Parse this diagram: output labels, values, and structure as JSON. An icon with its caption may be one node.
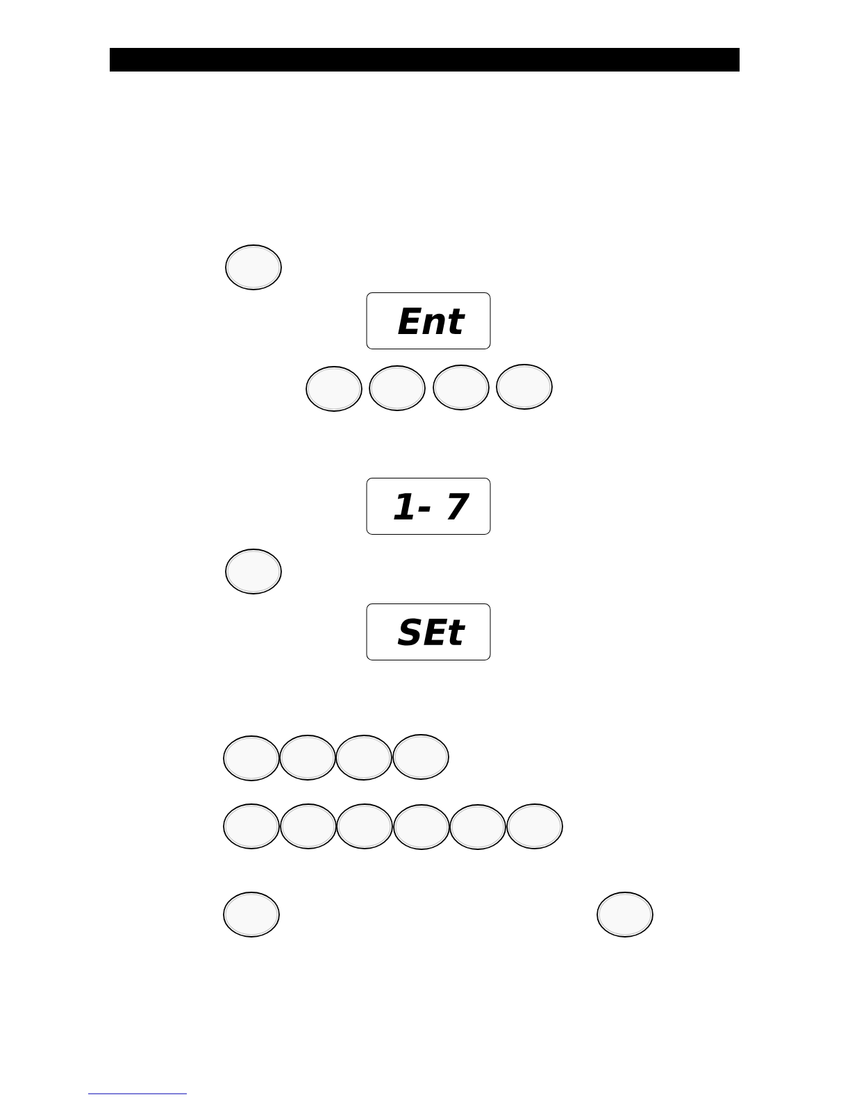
{
  "diagram": {
    "nodes": [
      {
        "text": [],
        "shape": "circle"
      },
      {
        "text": [
          "Ent"
        ]
      },
      {
        "text": [],
        "shape": "circle"
      },
      {
        "text": [],
        "shape": "circle"
      },
      {
        "text": [],
        "shape": "circle"
      },
      {
        "text": [],
        "shape": "circle"
      },
      {
        "text": [
          "1- 7"
        ]
      },
      {
        "text": [],
        "shape": "circle"
      },
      {
        "text": [
          "SEt"
        ]
      },
      {
        "text": [],
        "shape": "circle"
      },
      {
        "text": [],
        "shape": "circle"
      },
      {
        "text": [],
        "shape": "circle"
      },
      {
        "text": [],
        "shape": "circle"
      },
      {
        "text": [],
        "shape": "circle"
      },
      {
        "text": [],
        "shape": "circle"
      },
      {
        "text": [],
        "shape": "circle"
      },
      {
        "text": [],
        "shape": "circle"
      },
      {
        "text": [],
        "shape": "circle"
      },
      {
        "text": [],
        "shape": "circle"
      },
      {
        "text": [],
        "shape": "circle"
      },
      {
        "text": [],
        "shape": "circle"
      }
    ]
  }
}
